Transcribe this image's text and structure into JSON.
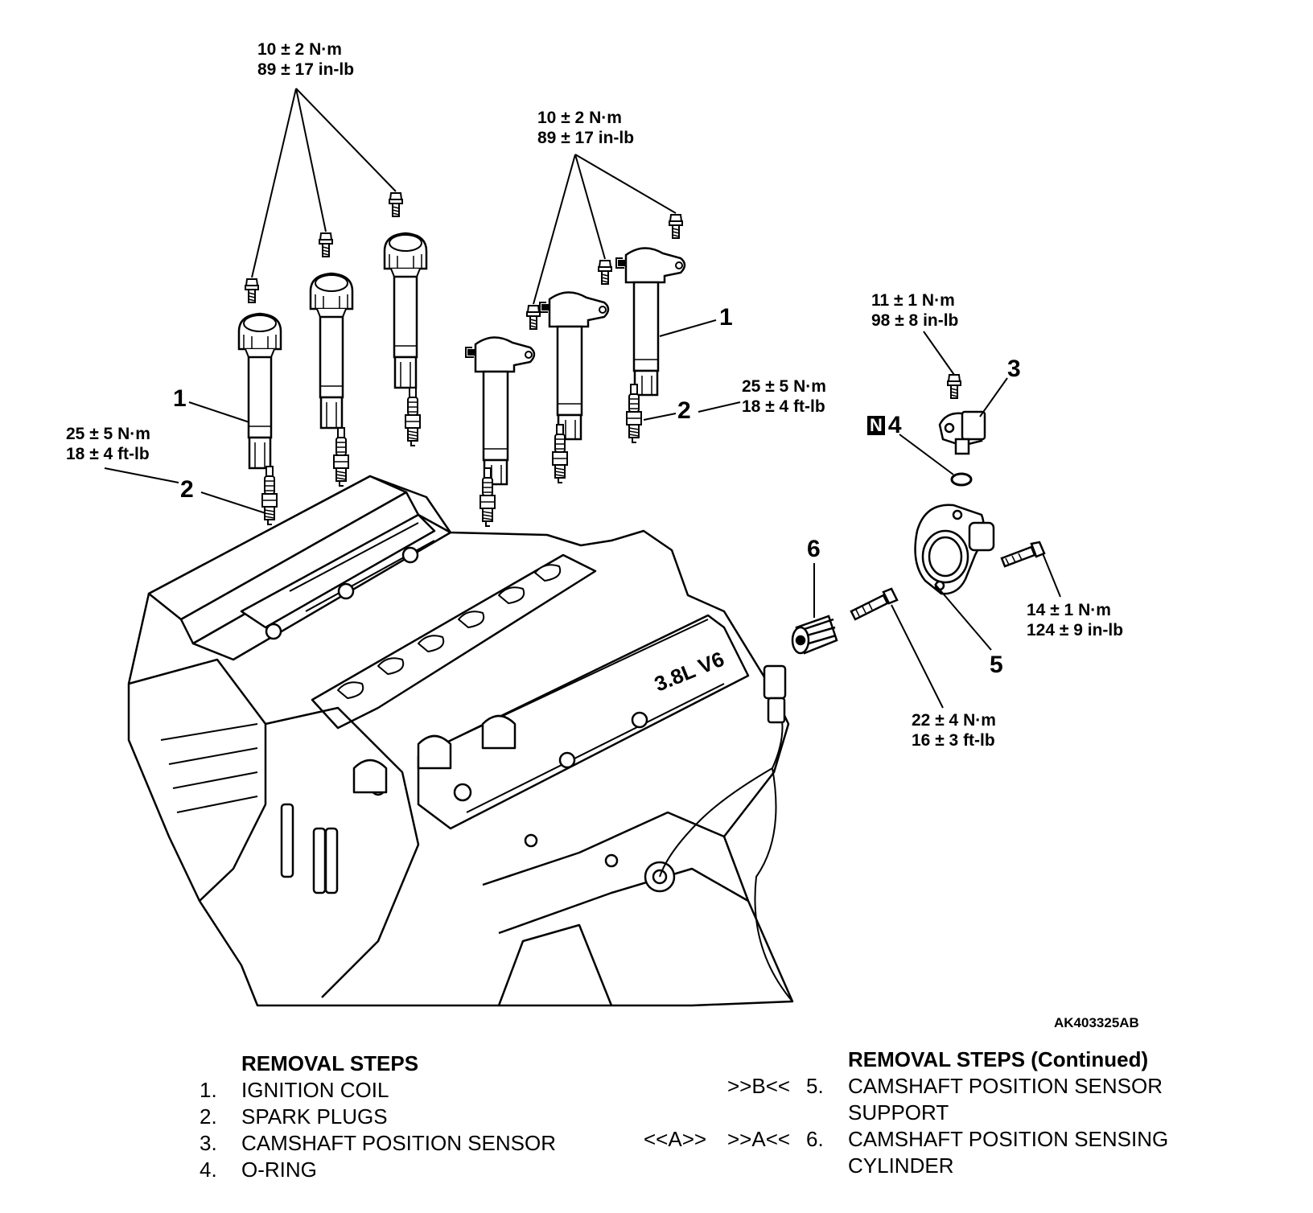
{
  "torque": {
    "coil_bolts_left_nm": "10 ± 2 N·m",
    "coil_bolts_left_in": "89 ± 17 in-lb",
    "coil_bolts_right_nm": "10 ± 2 N·m",
    "coil_bolts_right_in": "89 ± 17 in-lb",
    "plug_left_nm": "25 ± 5 N·m",
    "plug_left_ft": "18 ± 4 ft-lb",
    "plug_right_nm": "25 ± 5 N·m",
    "plug_right_ft": "18 ± 4 ft-lb",
    "sensor_nm": "11 ± 1 N·m",
    "sensor_in": "98 ± 8 in-lb",
    "support_nm": "14 ± 1 N·m",
    "support_in": "124 ± 9 in-lb",
    "cylinder_nm": "22 ± 4 N·m",
    "cylinder_ft": "16 ± 3 ft-lb"
  },
  "callouts": {
    "coil_left": "1",
    "coil_right": "1",
    "plug_left": "2",
    "plug_right": "2",
    "sensor": "3",
    "oring_marker": "N",
    "oring": "4",
    "support": "5",
    "cylinder": "6"
  },
  "figure_id": "AK403325AB",
  "engine_marking": "3.8L V6",
  "removal_steps": {
    "title": "REMOVAL STEPS",
    "items": [
      {
        "n": "1.",
        "text": "IGNITION COIL"
      },
      {
        "n": "2.",
        "text": "SPARK PLUGS"
      },
      {
        "n": "3.",
        "text": "CAMSHAFT POSITION SENSOR"
      },
      {
        "n": "4.",
        "text": "O-RING"
      }
    ]
  },
  "removal_steps_continued": {
    "title": "REMOVAL STEPS (Continued)",
    "items": [
      {
        "c1": "",
        "c2": ">>B<<",
        "n": "5.",
        "line1": "CAMSHAFT POSITION SENSOR",
        "line2": "SUPPORT"
      },
      {
        "c1": "<<A>>",
        "c2": ">>A<<",
        "n": "6.",
        "line1": "CAMSHAFT POSITION SENSING",
        "line2": "CYLINDER"
      }
    ]
  }
}
